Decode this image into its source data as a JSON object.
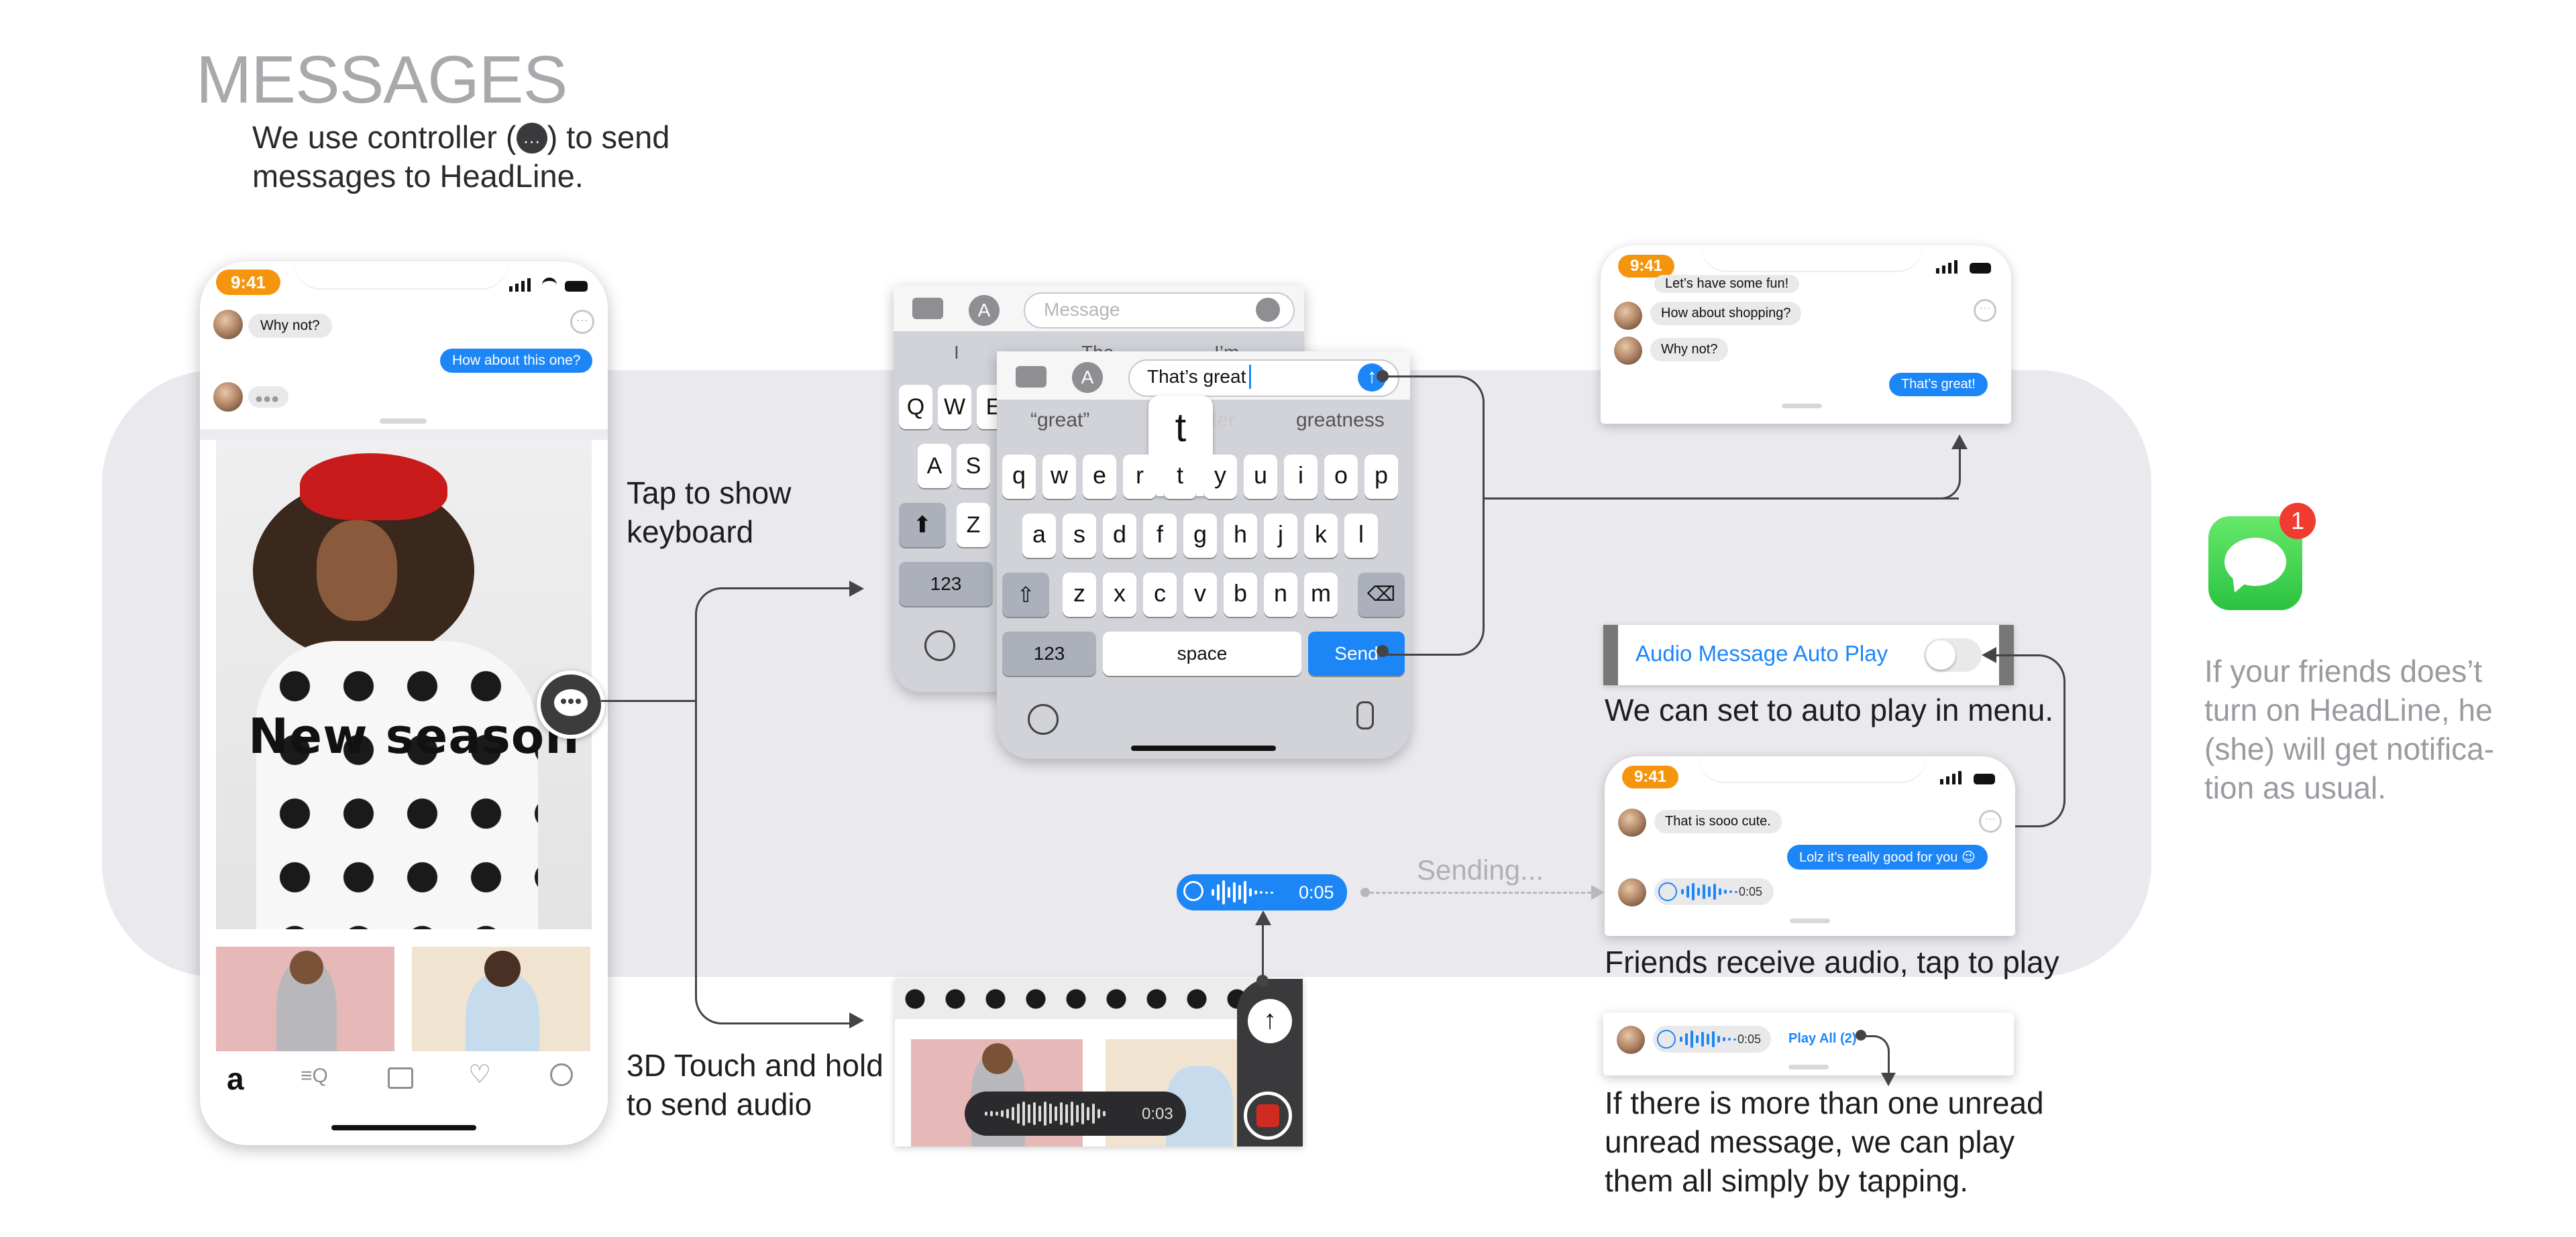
{
  "header": {
    "title": "MESSAGES",
    "subtitle_before": "We use controller (",
    "subtitle_after": ") to send",
    "subtitle_line2": "messages to HeadLine."
  },
  "main_phone": {
    "time": "9:41",
    "chat": [
      {
        "side": "left",
        "text": "Why not?"
      },
      {
        "side": "right",
        "text": "How about this one?"
      }
    ],
    "hero_text": "New season",
    "tabbar": [
      "a",
      "≡Q",
      "bag-icon",
      "heart-icon",
      "profile-icon"
    ]
  },
  "annotations": {
    "tap_keyboard": [
      "Tap to show",
      "keyboard"
    ],
    "touch_audio": [
      "3D Touch and hold",
      "to send audio"
    ],
    "auto_play": "We can set to auto play in menu.",
    "friends_receive": "Friends receive audio, tap to play",
    "play_all_note": [
      "If there is more than one unread",
      "unread message, we can play",
      "them all simply by tapping."
    ],
    "notification_note": [
      "If your friends does’t",
      "turn on HeadLine, he",
      "(she) will get notifica-",
      "tion as usual."
    ],
    "sending": "Sending..."
  },
  "keyboard_back": {
    "placeholder": "Message",
    "suggestions": [
      "I",
      "The",
      "I’m"
    ],
    "row1": [
      "Q",
      "W",
      "E"
    ],
    "row2": [
      "A",
      "S"
    ],
    "row3": [
      "Z"
    ],
    "numkey": "123"
  },
  "keyboard_front": {
    "typed": "That’s great",
    "popup_key": "t",
    "suggestions": [
      "“great”",
      "greater",
      "greatness"
    ],
    "row1": [
      "q",
      "w",
      "e",
      "r",
      "t",
      "y",
      "u",
      "i",
      "o",
      "p"
    ],
    "row2": [
      "a",
      "s",
      "d",
      "f",
      "g",
      "h",
      "j",
      "k",
      "l"
    ],
    "row3": [
      "z",
      "x",
      "c",
      "v",
      "b",
      "n",
      "m"
    ],
    "numkey": "123",
    "space": "space",
    "send": "Send"
  },
  "top_right_phone": {
    "time": "9:41",
    "chat": [
      {
        "side": "left",
        "text": "Let’s have some fun!"
      },
      {
        "side": "left",
        "text": "How about shopping?"
      },
      {
        "side": "left",
        "text": "Why not?"
      },
      {
        "side": "right",
        "text": "That’s great!"
      }
    ]
  },
  "setting": {
    "label": "Audio Message Auto Play",
    "on": false
  },
  "receive_phone": {
    "time": "9:41",
    "chat": [
      {
        "side": "left",
        "text": "That is sooo cute."
      },
      {
        "side": "right",
        "text": "Lolz it’s really good for you 😉"
      }
    ],
    "audio_duration": "0:05"
  },
  "play_all_card": {
    "audio_duration": "0:05",
    "play_all_label": "Play All (2)"
  },
  "audio_send": {
    "pill_duration": "0:05",
    "recording_duration": "0:03"
  },
  "app_icon": {
    "name": "messages-app-icon",
    "badge_count": "1"
  },
  "colors": {
    "accent_blue": "#1d86f7",
    "time_orange": "#f5950e",
    "band_grey": "#e9e9ee",
    "badge_red": "#f03b30",
    "messages_green": "#2bc240"
  }
}
